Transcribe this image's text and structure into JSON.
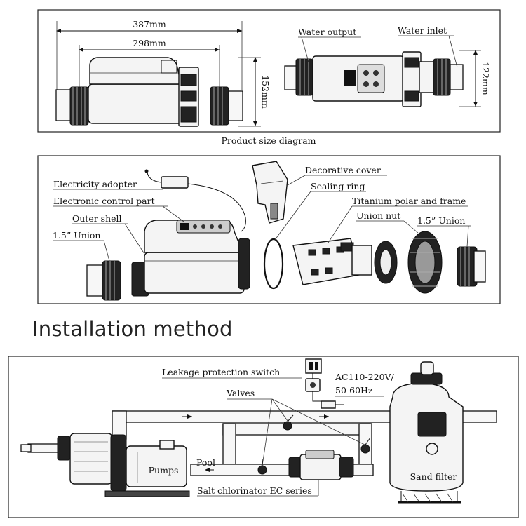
{
  "panel1": {
    "dim_overall": "387mm",
    "dim_body": "298mm",
    "dim_height": "152mm",
    "dim_depth": "122mm",
    "water_output": "Water output",
    "water_inlet": "Water inlet",
    "caption": "Product size diagram"
  },
  "panel2": {
    "electricity_adopter": "Electricity adopter",
    "electronic_control_part": "Electronic control part",
    "outer_shell": "Outer shell",
    "union_left": "1.5” Union",
    "decorative_cover": "Decorative cover",
    "sealing_ring": "Sealing ring",
    "titanium": "Titanium polar and frame",
    "union_nut": "Union nut",
    "union_right": "1.5” Union"
  },
  "heading": "Installation method",
  "panel3": {
    "leakage_switch": "Leakage protection switch",
    "voltage": "AC110-220V/",
    "frequency": "50-60Hz",
    "valves": "Valves",
    "pool": "Pool",
    "pumps": "Pumps",
    "chlorinator": "Salt chlorinator EC series",
    "sand_filter": "Sand filter"
  }
}
